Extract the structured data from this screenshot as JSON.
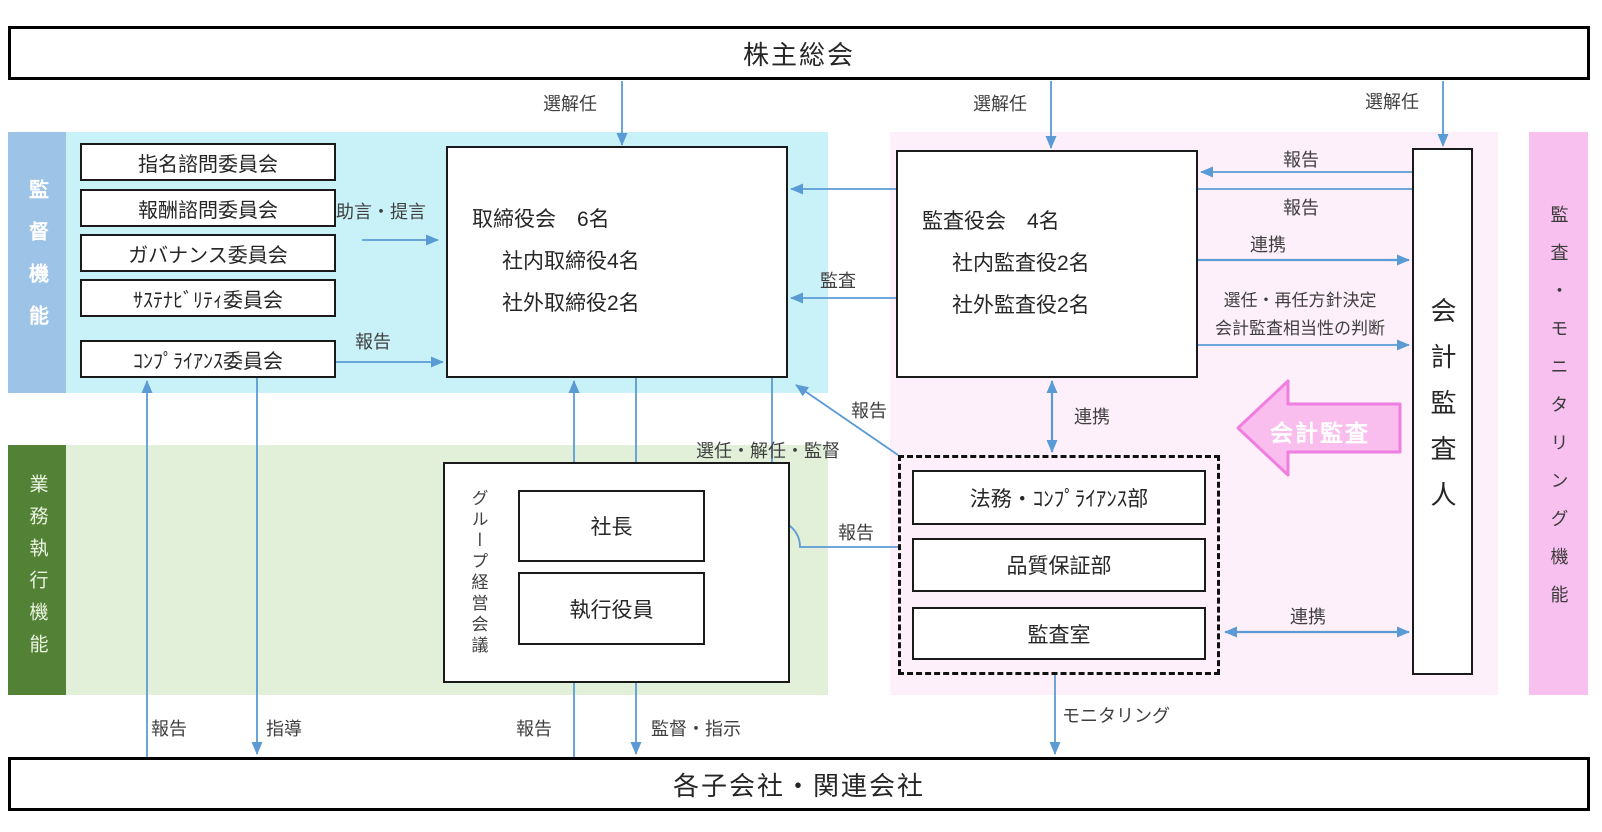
{
  "title_bars": {
    "top": "株主総会",
    "bottom": "各子会社・関連会社"
  },
  "sidebars": {
    "supervision": "監督機能",
    "execution": "業務執行機能",
    "audit_monitoring": "監査・モニタリング機能"
  },
  "committees": [
    "指名諮問委員会",
    "報酬諮問委員会",
    "ガバナンス委員会",
    "ｻｽﾃﾅﾋﾞﾘﾃｨ委員会",
    "ｺﾝﾌﾟﾗｲｱﾝｽ委員会"
  ],
  "board_box": {
    "line1": "取締役会　6名",
    "line2": "社内取締役4名",
    "line3": "社外取締役2名"
  },
  "audit_board_box": {
    "line1": "監査役会　4名",
    "line2": "社内監査役2名",
    "line3": "社外監査役2名"
  },
  "accounting_auditor": "会計監査人",
  "group_council": {
    "title": "グループ経営会議",
    "president": "社長",
    "officers": "執行役員"
  },
  "internal_depts": {
    "legal": "法務・ｺﾝﾌﾟﾗｲｱﾝｽ部",
    "quality": "品質保証部",
    "audit_office": "監査室"
  },
  "labels": {
    "appoint_dismiss_1": "選解任",
    "appoint_dismiss_2": "選解任",
    "appoint_dismiss_3": "選解任",
    "advice_proposal": "助言・提言",
    "report_committee_to_board": "報告",
    "audit": "監査",
    "report_auditor_to_audit_board": "報告",
    "report_auditor_to_board": "報告",
    "cooperation_audit_board": "連携",
    "policy_line1": "選任・再任方針決定",
    "policy_line2": "会計監査相当性の判断",
    "accounting_audit_arrow": "会計監査",
    "report_depts_to_board": "報告",
    "cooperation_depts": "連携",
    "appoint_dismiss_supervise": "選任・解任・監督",
    "report_to_president": "報告",
    "cooperation_audit_office": "連携",
    "monitoring": "モニタリング",
    "report_bottom_left": "報告",
    "guidance": "指導",
    "report_bottom_mid": "報告",
    "supervise_instruct": "監督・指示"
  },
  "colors": {
    "connector_blue": "#5b9bd5",
    "region_cyan": "#c9f2f8",
    "region_light_green": "#e2efd9",
    "region_pale_pink": "#fdf0fb",
    "sidebar_blue": "#9dc3e6",
    "sidebar_green": "#538135",
    "sidebar_pink": "#f8c0ef",
    "block_arrow_fill": "#f9bdee",
    "block_arrow_border": "#f07ee0"
  }
}
